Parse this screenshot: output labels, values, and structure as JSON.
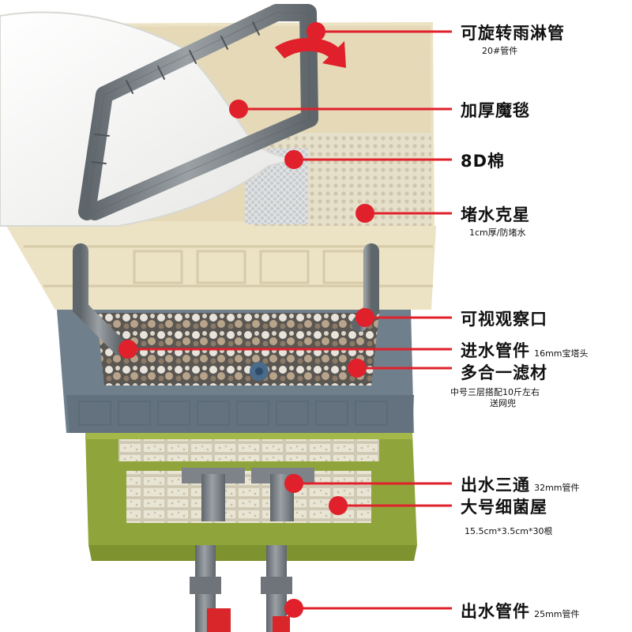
{
  "callouts": [
    {
      "id": "pipe",
      "title": "可旋转雨淋管",
      "note": "20#管件"
    },
    {
      "id": "mat",
      "title": "加厚魔毯",
      "note": ""
    },
    {
      "id": "cotton",
      "title": "8D棉",
      "note": ""
    },
    {
      "id": "stopper",
      "title": "堵水克星",
      "note": "1cm厚/防堵水"
    },
    {
      "id": "window",
      "title": "可视观察口",
      "note": ""
    },
    {
      "id": "inlet",
      "title": "进水管件",
      "note": "16mm宝塔头"
    },
    {
      "id": "media",
      "title": "多合一滤材",
      "note": "中号三层搭配10斤左右",
      "note2": "送网兜"
    },
    {
      "id": "tee",
      "title": "出水三通",
      "note": "32mm管件"
    },
    {
      "id": "bacteria",
      "title": "大号细菌屋",
      "note": "15.5cm*3.5cm*30根"
    },
    {
      "id": "outlet",
      "title": "出水管件",
      "note": "25mm管件"
    }
  ],
  "colors": {
    "callout_red": "#e0202a",
    "top_box": "#ece2c4",
    "middle_box": "#6f7f8c",
    "bottom_box": "#8fa43a",
    "pipe_grey": "#7d8388",
    "fleece": "#f4f4f2",
    "mesh": "#dcd6c4"
  }
}
